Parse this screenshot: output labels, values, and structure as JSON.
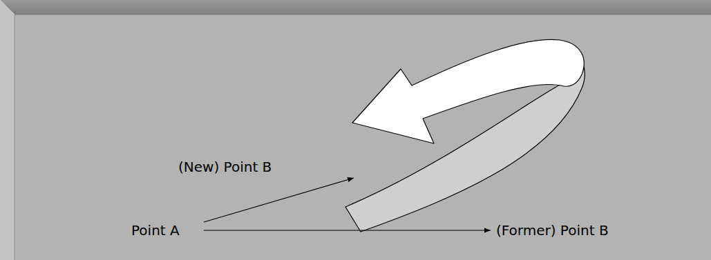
{
  "diagram": {
    "nodes": [
      {
        "text": [
          "(New) Point B"
        ]
      },
      {
        "text": [
          "Point A"
        ]
      },
      {
        "text": [
          "(Former) Point B"
        ]
      }
    ],
    "edges": [
      {
        "from": 1,
        "to": 0,
        "arrow": "to"
      },
      {
        "from": 1,
        "to": 2,
        "arrow": "to"
      }
    ]
  }
}
